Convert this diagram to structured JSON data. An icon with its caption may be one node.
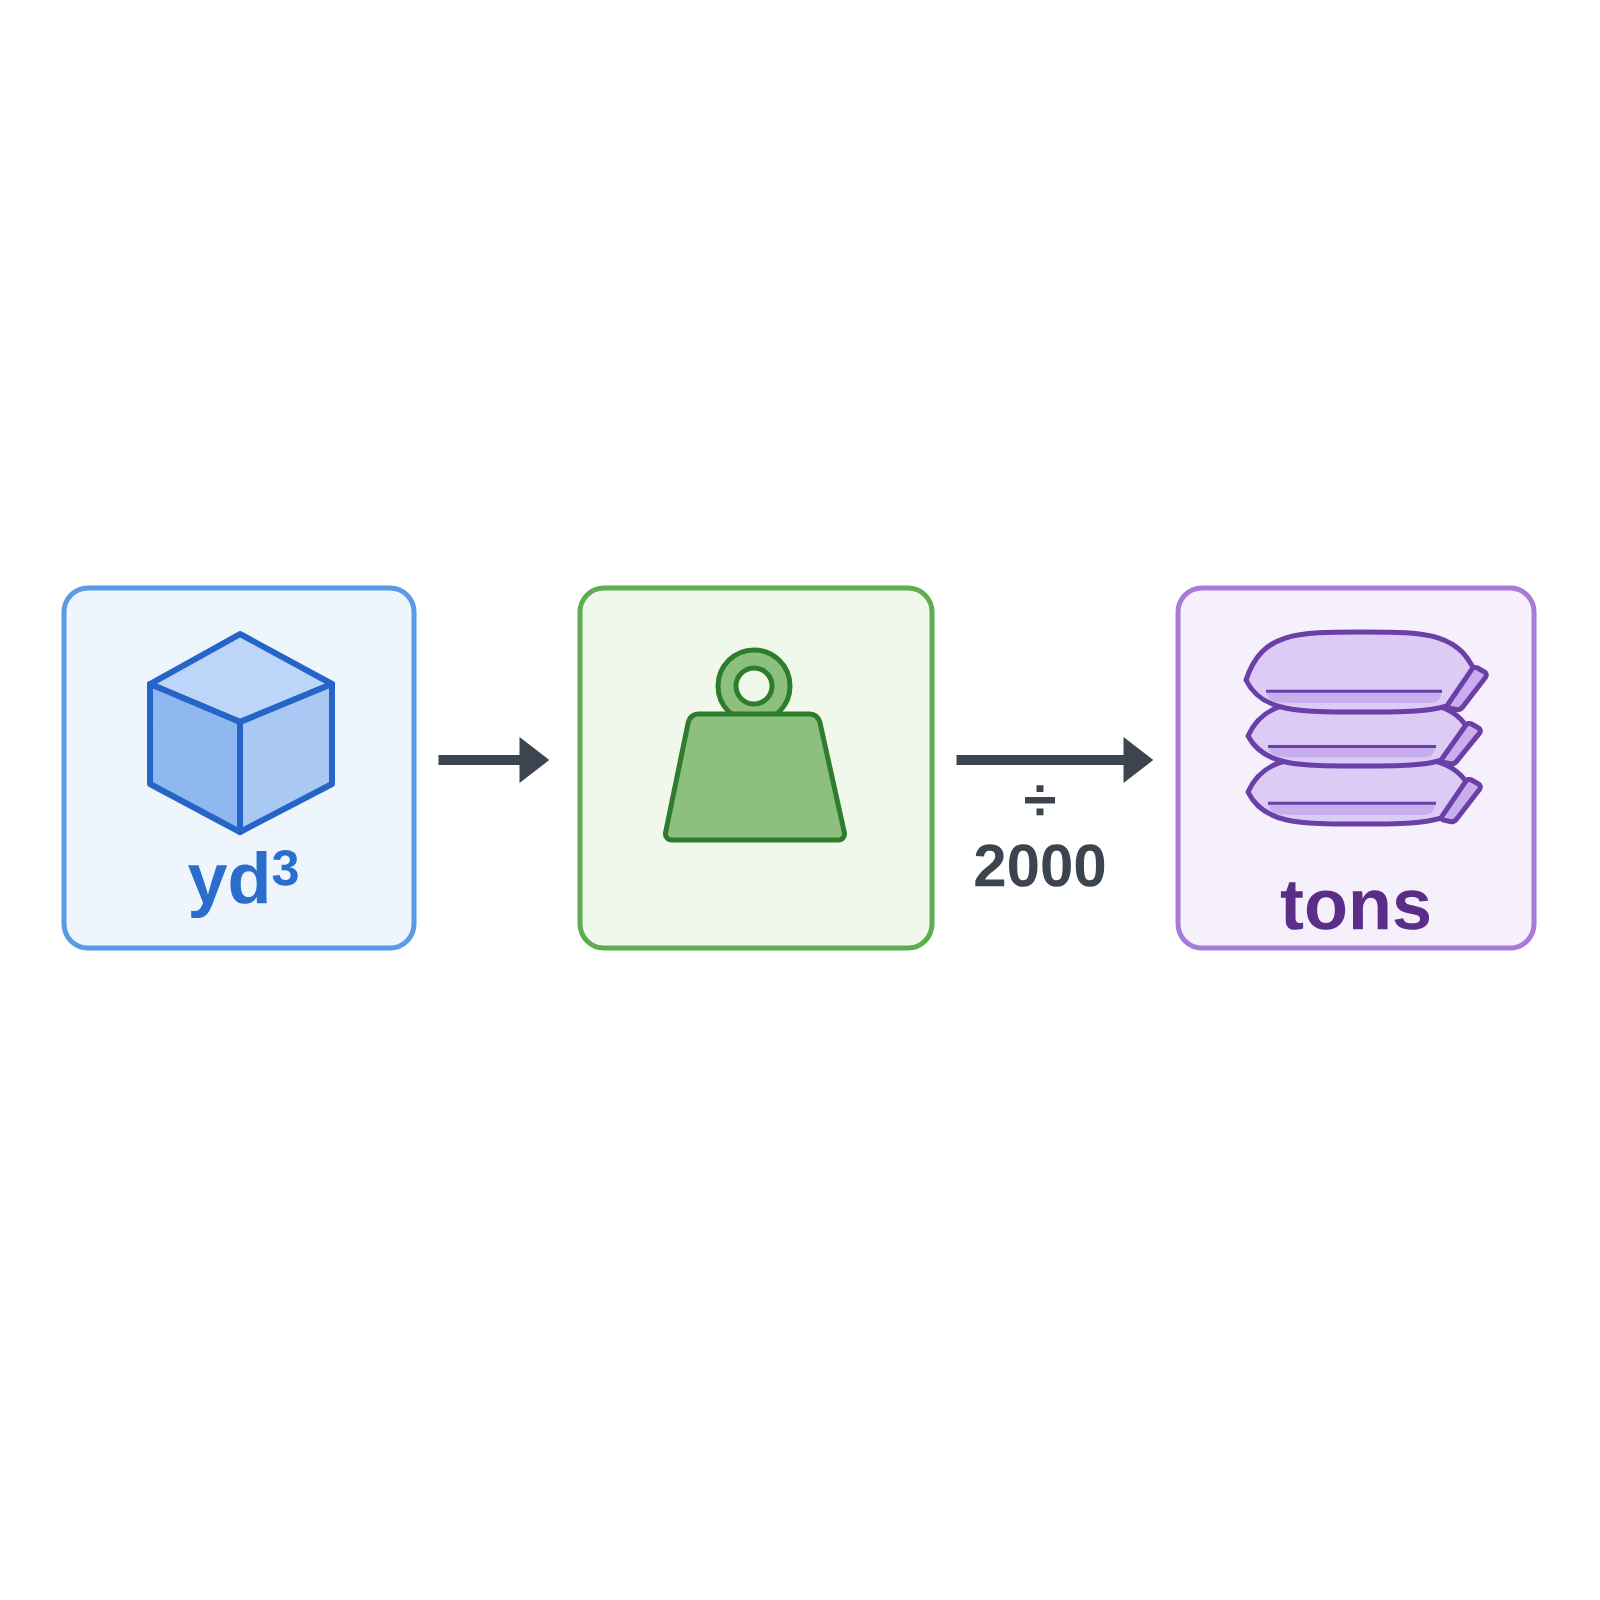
{
  "diagram": {
    "nodes": [
      {
        "text": [
          "yd$^{3}$"
        ]
      },
      {
        "text": [],
        "shape": "box"
      },
      {
        "text": [
          "tons"
        ]
      }
    ],
    "edges": [
      {
        "from": 0,
        "to": 1,
        "arrow": "to"
      },
      {
        "from": 1,
        "to": 2,
        "arrow": "to",
        "label": "÷ 2000"
      }
    ]
  }
}
